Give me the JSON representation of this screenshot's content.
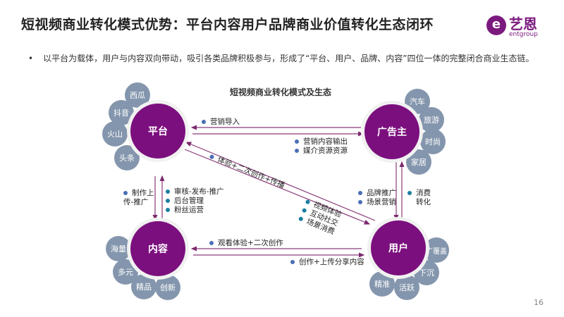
{
  "title": "短视频商业转化模式优势：平台内容用户品牌商业价值转化生态闭环",
  "logo": {
    "mark": "e",
    "cn": "艺恩",
    "en": "entgroup"
  },
  "bullet": "以平台为载体，用户与内容双向带动，吸引各类品牌积极参与，形成了“平台、用户、品牌、内容”四位一体的完整闭合商业生态链。",
  "subtitle": "短视频商业转化模式及生态",
  "nodes": {
    "platform": {
      "label": "平台",
      "sats": [
        "西瓜",
        "抖音",
        "火山",
        "头条"
      ]
    },
    "advertiser": {
      "label": "广告主",
      "sats": [
        "汽车",
        "旅游",
        "时尚",
        "家居"
      ]
    },
    "content": {
      "label": "内容",
      "sats": [
        "海量",
        "多元",
        "精品",
        "创新"
      ]
    },
    "user": {
      "label": "用户",
      "sats": [
        "广覆盖",
        "下沉",
        "活跃",
        "精准"
      ]
    }
  },
  "flows": {
    "ad_to_platform": "营销导入",
    "platform_to_ad": [
      "营销内容输出",
      "媒介资源资源"
    ],
    "user_to_platform": "体验+二次创作+传播",
    "platform_to_user": [
      "视频体验",
      "互动社交",
      "场景消费"
    ],
    "content_to_platform": [
      "制作上",
      "传-推广"
    ],
    "platform_to_content": [
      "审核-发布-推广",
      "后台管理",
      "粉丝运营"
    ],
    "ad_to_user": [
      "品牌推广",
      "场景营销"
    ],
    "user_to_ad": [
      "消费",
      "转化"
    ],
    "user_to_content": "观看体验+二次创作",
    "content_to_user": "创作+上传分享内容"
  },
  "page_number": "16"
}
